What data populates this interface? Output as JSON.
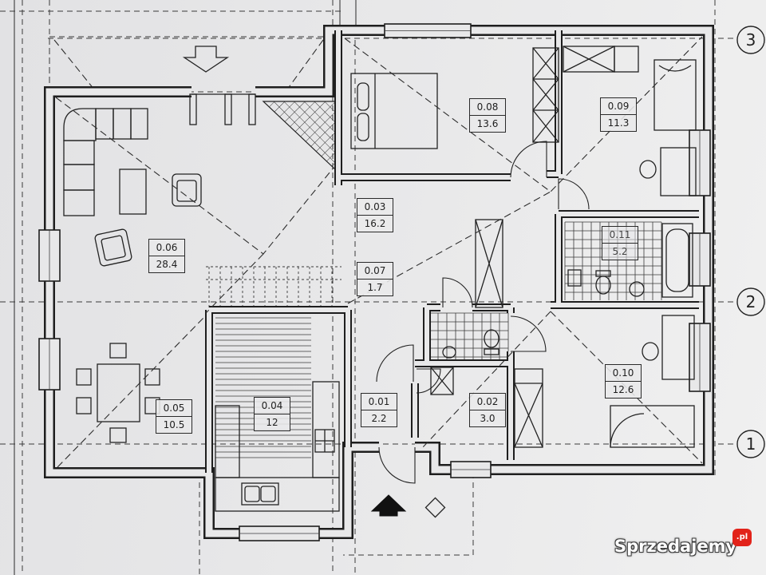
{
  "rooms": [
    {
      "number": "0.08",
      "area": "13.6"
    },
    {
      "number": "0.09",
      "area": "11.3"
    },
    {
      "number": "0.03",
      "area": "16.2"
    },
    {
      "number": "0.11",
      "area": "5.2"
    },
    {
      "number": "0.06",
      "area": "28.4"
    },
    {
      "number": "0.07",
      "area": "1.7"
    },
    {
      "number": "0.05",
      "area": "10.5"
    },
    {
      "number": "0.04",
      "area": "12"
    },
    {
      "number": "0.01",
      "area": "2.2"
    },
    {
      "number": "0.02",
      "area": "3.0"
    },
    {
      "number": "0.10",
      "area": "12.6"
    }
  ],
  "axes": [
    {
      "label": "3"
    },
    {
      "label": "2"
    },
    {
      "label": "1"
    }
  ],
  "watermark": {
    "text": "Sprzedajemy",
    "badge": ".pl"
  },
  "colors": {
    "ink": "#1e1e1e",
    "paper": "#e8e8e9",
    "badge": "#e2231a"
  }
}
